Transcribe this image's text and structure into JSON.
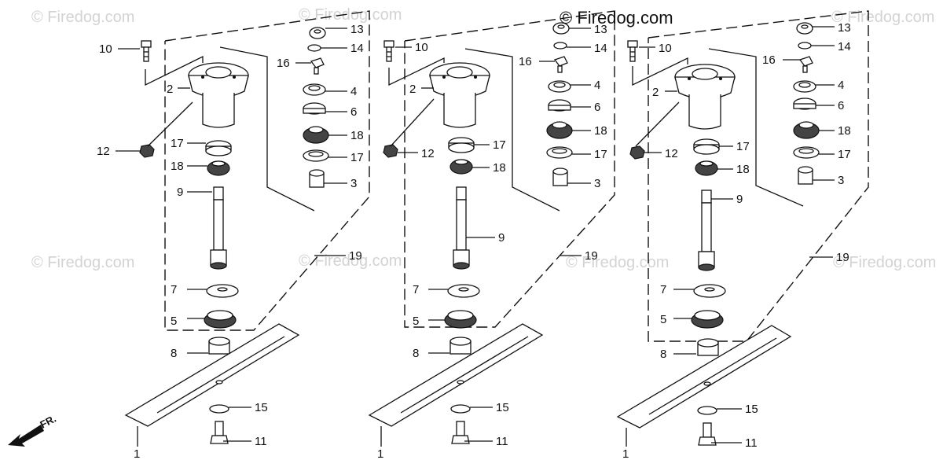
{
  "watermark": {
    "main": "© Firedog.com",
    "faint": "© Firedog.com"
  },
  "front_indicator": "FR.",
  "assemblies": [
    {
      "labels": {
        "p1": "1",
        "p2": "2",
        "p3": "3",
        "p4": "4",
        "p5": "5",
        "p6": "6",
        "p7": "7",
        "p8": "8",
        "p9": "9",
        "p10": "10",
        "p11": "11",
        "p12": "12",
        "p13": "13",
        "p14": "14",
        "p15": "15",
        "p16": "16",
        "p17a": "17",
        "p17b": "17",
        "p18a": "18",
        "p18b": "18",
        "p19": "19"
      }
    },
    {
      "labels": {
        "p1": "1",
        "p2": "2",
        "p3": "3",
        "p4": "4",
        "p5": "5",
        "p6": "6",
        "p7": "7",
        "p8": "8",
        "p9": "9",
        "p10": "10",
        "p11": "11",
        "p12": "12",
        "p13": "13",
        "p14": "14",
        "p15": "15",
        "p16": "16",
        "p17a": "17",
        "p17b": "17",
        "p18a": "18",
        "p18b": "18",
        "p19": "19"
      }
    },
    {
      "labels": {
        "p1": "1",
        "p2": "2",
        "p3": "3",
        "p4": "4",
        "p5": "5",
        "p6": "6",
        "p7": "7",
        "p8": "8",
        "p9": "9",
        "p10": "10",
        "p11": "11",
        "p12": "12",
        "p13": "13",
        "p14": "14",
        "p15": "15",
        "p16": "16",
        "p17a": "17",
        "p17b": "17",
        "p18a": "18",
        "p18b": "18",
        "p19": "19"
      }
    }
  ]
}
